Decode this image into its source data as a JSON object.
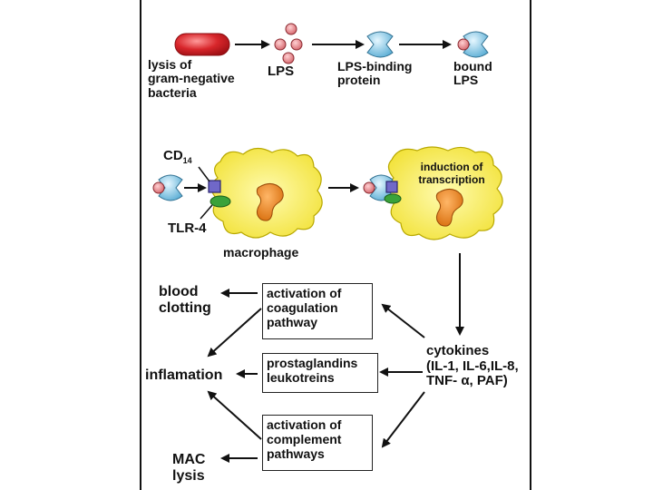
{
  "top_row": {
    "lysis": [
      "lysis of",
      "gram-negative",
      "bacteria"
    ],
    "lps": "LPS",
    "binding_protein": [
      "LPS-binding",
      "protein"
    ],
    "bound_lps": [
      "bound",
      "LPS"
    ]
  },
  "middle_row": {
    "cd14": "CD",
    "cd14_sub": "14",
    "tlr4": "TLR-4",
    "macrophage": "macrophage",
    "induction": [
      "induction of",
      "transcription"
    ]
  },
  "bottom": {
    "cytokines": [
      "cytokines",
      "(IL-1, IL-6,IL-8,",
      "TNF- α, PAF)"
    ],
    "boxes": {
      "coagulation": [
        "activation of",
        "coagulation",
        "pathway"
      ],
      "prostaglandins": [
        "prostaglandins",
        "leukotreins"
      ],
      "complement": [
        "activation of",
        "complement",
        "pathways"
      ]
    },
    "outcomes": {
      "blood_clotting": [
        "blood",
        "clotting"
      ],
      "inflamation": "inflamation",
      "mac_lysis": [
        "MAC",
        "lysis"
      ]
    }
  },
  "colors": {
    "bacterium": "#d8262b",
    "lps": "#e8858a",
    "protein": "#8fd0ea",
    "cd14": "#7068c8",
    "tlr4": "#3aa23a",
    "macrophage": "#f7ee55",
    "nucleus": "#e8821e"
  }
}
